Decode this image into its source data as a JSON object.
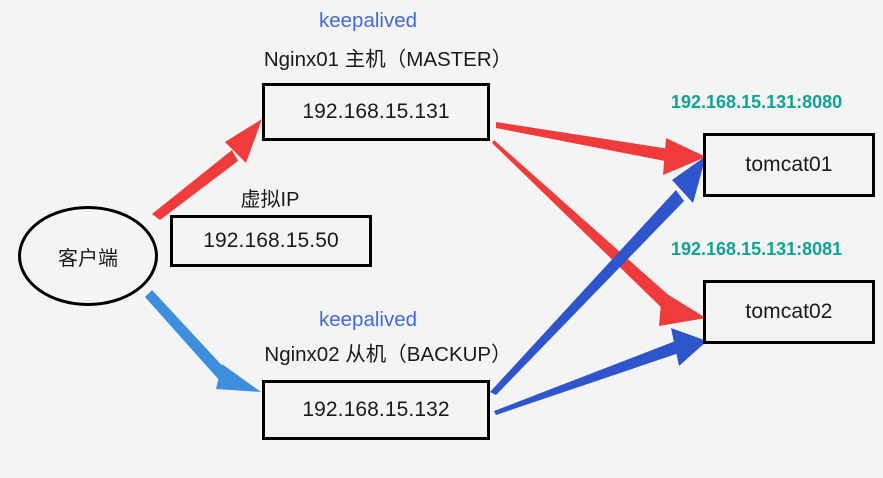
{
  "diagram": {
    "title": "Keepalived Nginx high availability topology",
    "background_color": "#f4f4f4",
    "colors": {
      "box_border": "#000000",
      "text": "#1a1a1a",
      "keepalived_label": "#4169d8",
      "endpoint_label": "#0ea394",
      "arrow_red": "#ef3b3b",
      "arrow_blue_dark": "#2f55cc",
      "arrow_blue_light": "#3d8fdd"
    }
  },
  "client": {
    "label": "客户端"
  },
  "master": {
    "keepalived": "keepalived",
    "caption": "Nginx01 主机（MASTER）",
    "ip": "192.168.15.131"
  },
  "backup": {
    "keepalived": "keepalived",
    "caption": "Nginx02 从机（BACKUP）",
    "ip": "192.168.15.132"
  },
  "virtual_ip": {
    "caption": "虚拟IP",
    "ip": "192.168.15.50"
  },
  "backends": [
    {
      "endpoint": "192.168.15.131:8080",
      "name": "tomcat01"
    },
    {
      "endpoint": "192.168.15.131:8081",
      "name": "tomcat02"
    }
  ],
  "connections": [
    {
      "name": "client-to-master",
      "color": "#ef3b3b",
      "style": "thick-tapered"
    },
    {
      "name": "client-to-backup",
      "color": "#3d8fdd",
      "style": "thick-tapered"
    },
    {
      "name": "master-to-tomcat01",
      "color": "#ef3b3b",
      "style": "thick-tapered"
    },
    {
      "name": "master-to-tomcat02",
      "color": "#ef3b3b",
      "style": "thick-tapered"
    },
    {
      "name": "backup-to-tomcat01",
      "color": "#2f55cc",
      "style": "thick-tapered"
    },
    {
      "name": "backup-to-tomcat02",
      "color": "#2f55cc",
      "style": "thick-tapered"
    }
  ]
}
